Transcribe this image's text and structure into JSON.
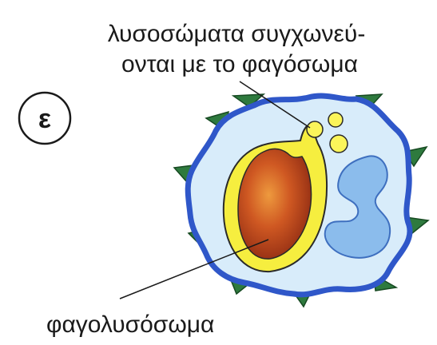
{
  "diagram": {
    "step_marker": "ε",
    "top_label_line1": "λυσοσώματα συγχωνεύ-",
    "top_label_line2": "ονται με το φαγόσωμα",
    "bottom_label": "φαγολυσόσωμα",
    "colors": {
      "outer_membrane": "#2f57c9",
      "cytoplasm": "#d8ecfa",
      "receptor_green": "#2e7a3e",
      "phagolysosome_yellow": "#f6ee3f",
      "lysosome_yellow": "#fbf55a",
      "bacterium_red": "#c7461f",
      "nucleus_blue": "#8bbcec",
      "leader_line": "#1a1a1a"
    }
  }
}
